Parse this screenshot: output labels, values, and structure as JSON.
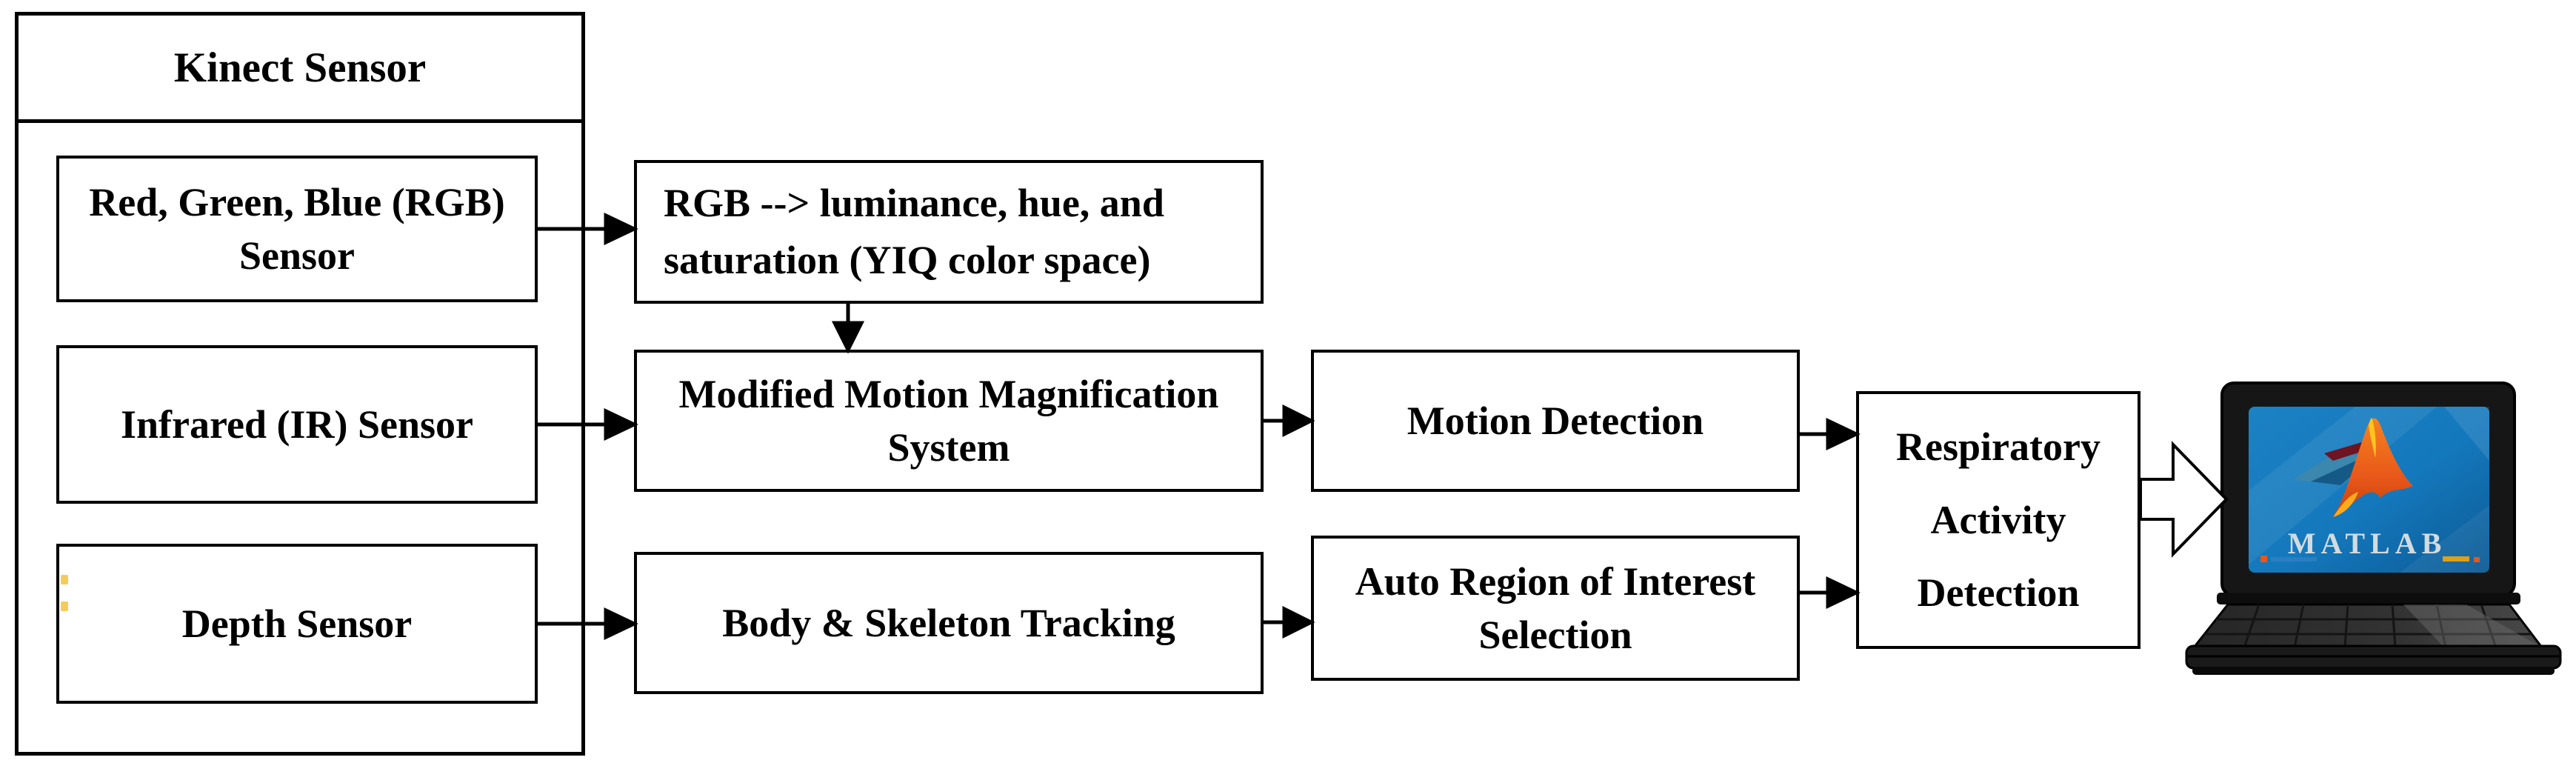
{
  "canvas": {
    "background": "#ffffff",
    "line_color": "#000000"
  },
  "nodes": {
    "kinect_container": {
      "title": "Kinect Sensor"
    },
    "rgb_sensor": {
      "lines": [
        "Red, Green, Blue (RGB)",
        "Sensor"
      ]
    },
    "ir_sensor": {
      "lines": [
        "Infrared (IR) Sensor"
      ]
    },
    "depth_sensor": {
      "lines": [
        "Depth Sensor"
      ]
    },
    "yiq": {
      "lines": [
        "RGB --> luminance, hue, and",
        "saturation (YIQ color space)"
      ]
    },
    "mmm": {
      "lines": [
        "Modified Motion Magnification",
        "System"
      ]
    },
    "motion": {
      "lines": [
        "Motion Detection"
      ]
    },
    "body_skeleton": {
      "lines": [
        "Body & Skeleton Tracking"
      ]
    },
    "auto_roi": {
      "lines": [
        "Auto Region of Interest",
        "Selection"
      ]
    },
    "respiratory": {
      "lines": [
        "Respiratory",
        "Activity",
        "Detection"
      ]
    }
  },
  "laptop": {
    "brand": "MATLAB",
    "screen_color": "#1478bc",
    "screen_color_dark": "#0c5a94",
    "logo_orange": "#e8571a",
    "logo_dark_orange": "#c33f06",
    "logo_yellow": "#ffc91e",
    "logo_wing_blue": "#3e88ad",
    "logo_wing_dark": "#155a86",
    "logo_maroon": "#6e1422",
    "wordmark_color": "#d2dbe0",
    "body_color": "#161616",
    "deck_color": "#2e2e2e"
  }
}
